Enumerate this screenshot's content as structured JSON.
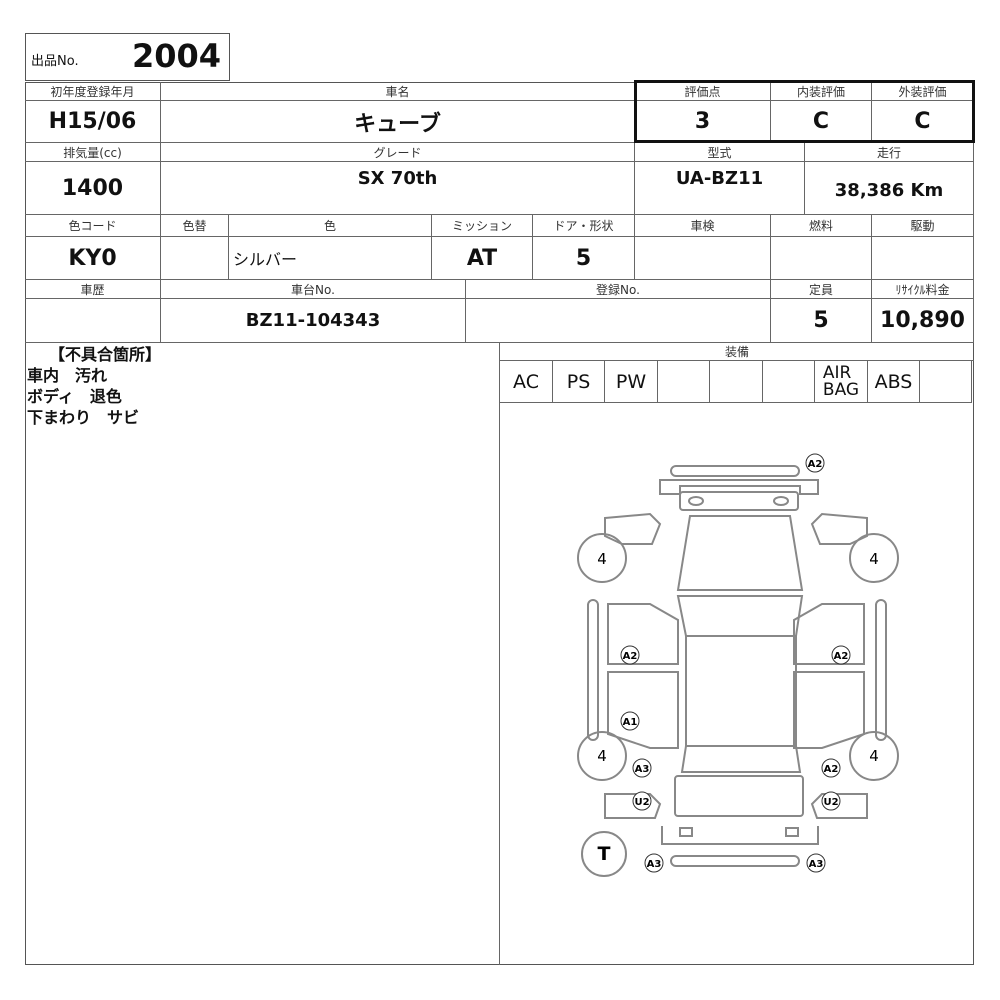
{
  "lot": {
    "label": "出品No.",
    "number": "2004"
  },
  "row1": {
    "year_label": "初年度登録年月",
    "year": "H15/06",
    "car_label": "車名",
    "car": "キューブ",
    "score_label": "評価点",
    "score": "3",
    "interior_label": "内装評価",
    "interior": "C",
    "exterior_label": "外装評価",
    "exterior": "C"
  },
  "row2": {
    "cc_label": "排気量(cc)",
    "cc": "1400",
    "grade_label": "グレード",
    "grade": "SX 70th",
    "model_label": "型式",
    "model": "UA-BZ11",
    "mileage_label": "走行",
    "mileage": "38,386 Km"
  },
  "row3": {
    "colorcode_label": "色コード",
    "colorcode": "KY0",
    "repaint_label": "色替",
    "repaint": "",
    "color_label": "色",
    "color": "シルバー",
    "mission_label": "ミッション",
    "mission": "AT",
    "door_label": "ドア・形状",
    "door": "5",
    "inspection_label": "車検",
    "inspection": "",
    "fuel_label": "燃料",
    "fuel": "",
    "drive_label": "駆動",
    "drive": ""
  },
  "row4": {
    "history_label": "車歴",
    "history": "",
    "chassis_label": "車台No.",
    "chassis": "BZ11-104343",
    "reg_label": "登録No.",
    "reg": "",
    "capacity_label": "定員",
    "capacity": "5",
    "recycle_label": "ﾘｻｲｸﾙ料金",
    "recycle": "10,890"
  },
  "defects": {
    "title": "【不具合箇所】",
    "items": [
      "車内　汚れ",
      "ボディ　退色",
      "下まわり　サビ"
    ]
  },
  "equipment": {
    "title": "装備",
    "items": [
      "AC",
      "PS",
      "PW",
      "",
      "",
      "",
      "AIR\nBAG",
      "ABS",
      ""
    ]
  },
  "diagram": {
    "tire_wheel": "4",
    "spare_tire": "T",
    "marks": [
      "A2",
      "A2",
      "A2",
      "A1",
      "A3",
      "A2",
      "U2",
      "U2",
      "A3",
      "A3"
    ]
  }
}
